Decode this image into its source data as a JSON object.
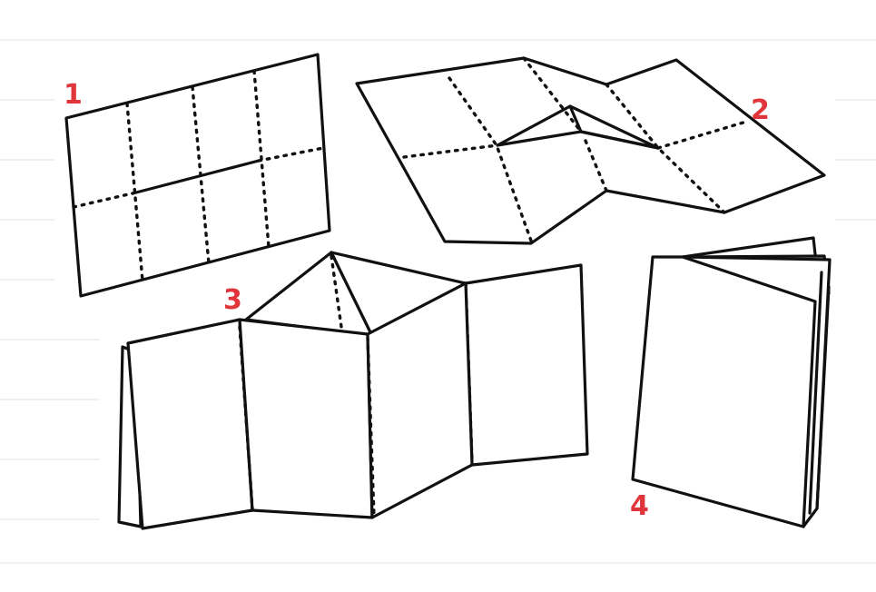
{
  "colors": {
    "number": "#e0363b",
    "line": "#111111",
    "paper": "#ffffff"
  },
  "steps": [
    {
      "label": "1"
    },
    {
      "label": "2"
    },
    {
      "label": "3"
    },
    {
      "label": "4"
    }
  ]
}
